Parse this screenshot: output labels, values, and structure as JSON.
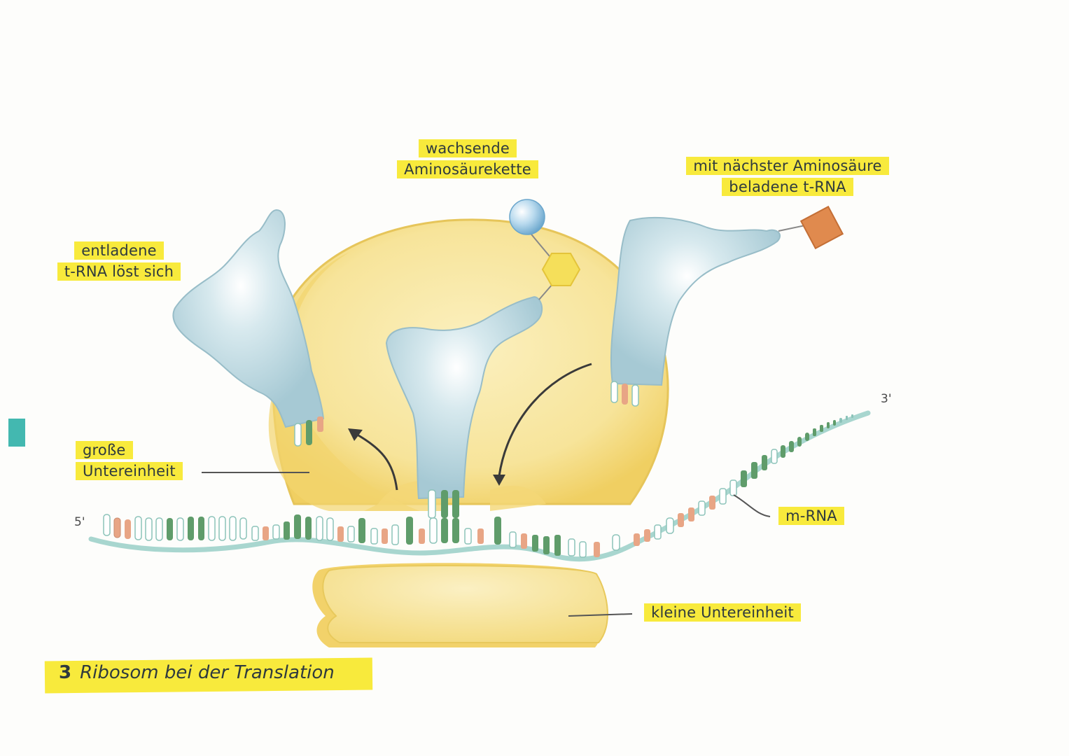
{
  "labels": {
    "entladene_trna_line1": "entladene",
    "entladene_trna_line2": "t-RNA löst sich",
    "wachsende_line1": "wachsende",
    "wachsende_line2": "Aminosäurekette",
    "naechste_line1": "mit nächster Aminosäure",
    "naechste_line2": "beladene t-RNA",
    "grosse_line1": "große",
    "grosse_line2": "Untereinheit",
    "mrna": "m-RNA",
    "kleine": "kleine Untereinheit",
    "five_prime": "5'",
    "three_prime": "3'"
  },
  "caption": {
    "number": "3",
    "text": "Ribosom bei der Translation"
  },
  "colors": {
    "highlight": "#f8ea3c",
    "ribosome": "#f7e7a0",
    "ribosome_edge": "#e9c95a",
    "trna": "#a9ccd6",
    "mrna_backbone": "#a8d6cf",
    "base_green": "#5f9c6a",
    "base_salmon": "#e8a585",
    "base_white": "#ffffff",
    "amino_sphere": "#a7cde6",
    "amino_hexagon": "#f5df5a",
    "amino_square": "#e08a4e"
  }
}
